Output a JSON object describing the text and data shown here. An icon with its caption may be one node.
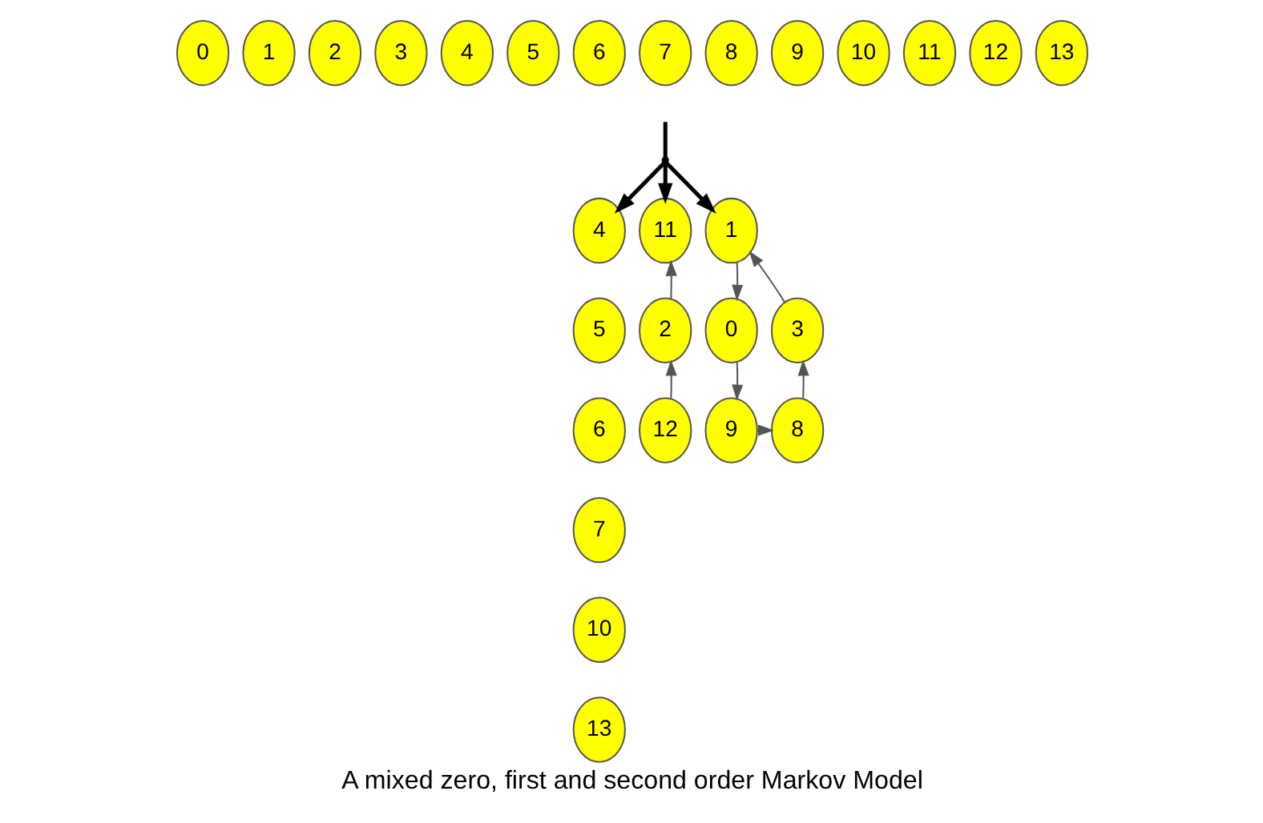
{
  "diagram": {
    "caption": "A mixed zero, first and second order Markov Model",
    "nodes": [
      {
        "text": [
          "0"
        ]
      },
      {
        "text": [
          "1"
        ]
      },
      {
        "text": [
          "2"
        ]
      },
      {
        "text": [
          "3"
        ]
      },
      {
        "text": [
          "4"
        ]
      },
      {
        "text": [
          "5"
        ]
      },
      {
        "text": [
          "6"
        ]
      },
      {
        "text": [
          "7"
        ]
      },
      {
        "text": [
          "8"
        ]
      },
      {
        "text": [
          "9"
        ]
      },
      {
        "text": [
          "10"
        ]
      },
      {
        "text": [
          "11"
        ]
      },
      {
        "text": [
          "12"
        ]
      },
      {
        "text": [
          "13"
        ]
      },
      {
        "text": [],
        "shape": "point"
      },
      {
        "text": [
          "4"
        ]
      },
      {
        "text": [
          "5"
        ]
      },
      {
        "text": [
          "6"
        ]
      },
      {
        "text": [
          "7"
        ]
      },
      {
        "text": [
          "10"
        ]
      },
      {
        "text": [
          "13"
        ]
      },
      {
        "text": [
          "11"
        ]
      },
      {
        "text": [
          "2"
        ]
      },
      {
        "text": [
          "12"
        ]
      },
      {
        "text": [
          "1"
        ]
      },
      {
        "text": [
          "0"
        ]
      },
      {
        "text": [
          "3"
        ]
      },
      {
        "text": [
          "9"
        ]
      },
      {
        "text": [
          "8"
        ]
      }
    ],
    "edges": [
      {
        "from": null,
        "to": 14,
        "arrow": "none",
        "style": "thick"
      },
      {
        "from": 14,
        "to": 15,
        "arrow": "to",
        "style": "thick"
      },
      {
        "from": 14,
        "to": 21,
        "arrow": "to",
        "style": "thick"
      },
      {
        "from": 14,
        "to": 24,
        "arrow": "to",
        "style": "thick"
      },
      {
        "from": 23,
        "to": 22,
        "arrow": "to"
      },
      {
        "from": 22,
        "to": 21,
        "arrow": "to"
      },
      {
        "from": 24,
        "to": 25,
        "arrow": "to"
      },
      {
        "from": 25,
        "to": 27,
        "arrow": "to"
      },
      {
        "from": 27,
        "to": 28,
        "arrow": "to"
      },
      {
        "from": 28,
        "to": 26,
        "arrow": "to"
      },
      {
        "from": 26,
        "to": 24,
        "arrow": "to"
      }
    ]
  }
}
